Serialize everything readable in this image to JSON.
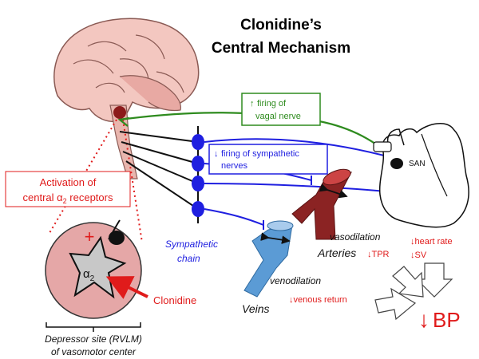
{
  "title": {
    "line1": "Clonidine’s",
    "line2": "Central Mechanism"
  },
  "labels": {
    "vagal_line1": "firing of",
    "vagal_line2": "vagal nerve",
    "sympathetic_line1": "firing of sympathetic",
    "sympathetic_line2": "nerves",
    "activation_line1": "Activation of",
    "activation_line2_prefix": "central α",
    "activation_line2_sub": "2",
    "activation_line2_suffix": " receptors",
    "alpha": "α",
    "alpha_sub": "2",
    "plus": "+",
    "clonidine": "Clonidine",
    "sympathetic_chain_line1": "Sympathetic",
    "sympathetic_chain_line2": "chain",
    "san": "SAN",
    "vasodilation": "vasodilation",
    "arteries": "Arteries",
    "tpr": "TPR",
    "venodilation": "venodilation",
    "veins": "Veins",
    "venous_return": "venous return",
    "heart_rate": "heart rate",
    "sv": "SV",
    "bp": "BP",
    "depressor_line1": "Depressor site (RVLM)",
    "depressor_line2": "of vasomotor center"
  },
  "arrows": {
    "up": "↑",
    "down": "↓"
  },
  "colors": {
    "vagal": "#2e8b1e",
    "sympathetic": "#1f1fe0",
    "red": "#e01b1b",
    "brain": "#f3c7c0",
    "neuron": "#e5a7a7",
    "artery": "#8b2323",
    "vein": "#5b9bd5"
  }
}
